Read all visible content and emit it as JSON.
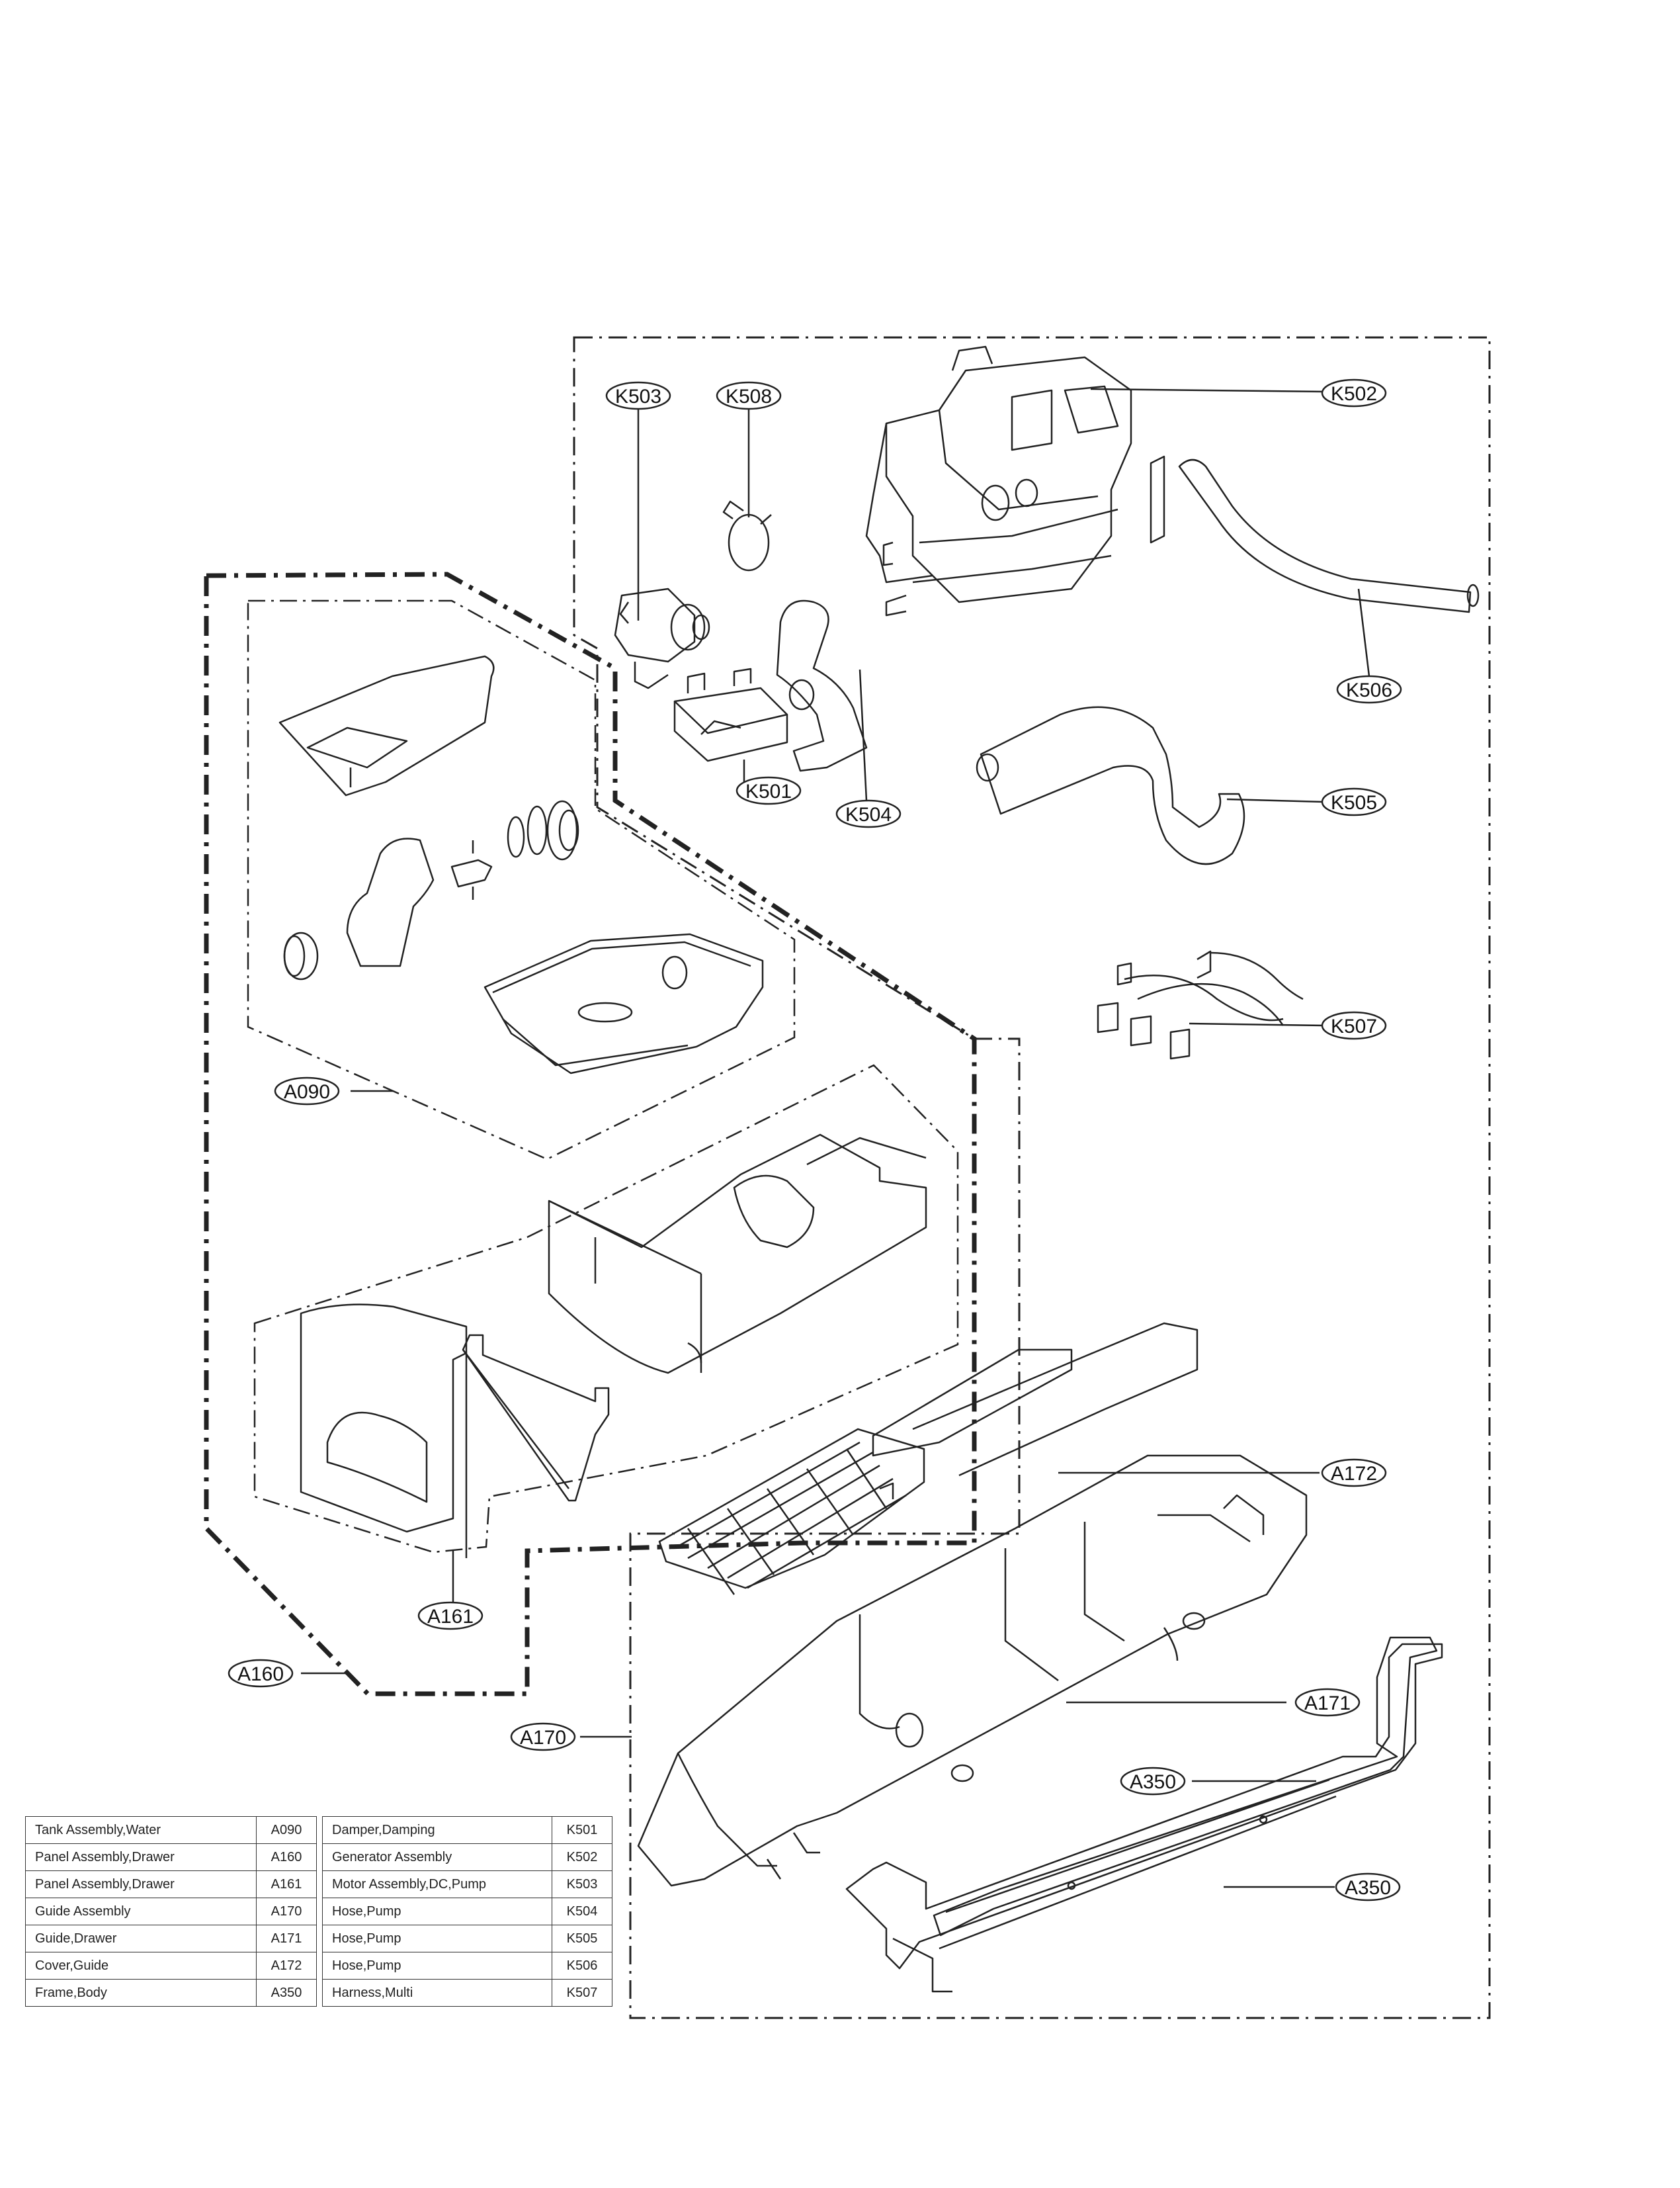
{
  "callouts": {
    "K503": "K503",
    "K508": "K508",
    "K502": "K502",
    "K506": "K506",
    "K505": "K505",
    "K501": "K501",
    "K504": "K504",
    "K507": "K507",
    "A090": "A090",
    "A172": "A172",
    "A161": "A161",
    "A160": "A160",
    "A171": "A171",
    "A170": "A170",
    "A350_upper": "A350",
    "A350_lower": "A350"
  },
  "parts_table_left": [
    {
      "name": "Tank Assembly,Water",
      "code": "A090"
    },
    {
      "name": "Panel Assembly,Drawer",
      "code": "A160"
    },
    {
      "name": "Panel Assembly,Drawer",
      "code": "A161"
    },
    {
      "name": "Guide Assembly",
      "code": "A170"
    },
    {
      "name": "Guide,Drawer",
      "code": "A171"
    },
    {
      "name": "Cover,Guide",
      "code": "A172"
    },
    {
      "name": "Frame,Body",
      "code": "A350"
    }
  ],
  "parts_table_right": [
    {
      "name": "Damper,Damping",
      "code": "K501"
    },
    {
      "name": "Generator Assembly",
      "code": "K502"
    },
    {
      "name": "Motor Assembly,DC,Pump",
      "code": "K503"
    },
    {
      "name": "Hose,Pump",
      "code": "K504"
    },
    {
      "name": "Hose,Pump",
      "code": "K505"
    },
    {
      "name": "Hose,Pump",
      "code": "K506"
    },
    {
      "name": "Harness,Multi",
      "code": "K507"
    }
  ]
}
